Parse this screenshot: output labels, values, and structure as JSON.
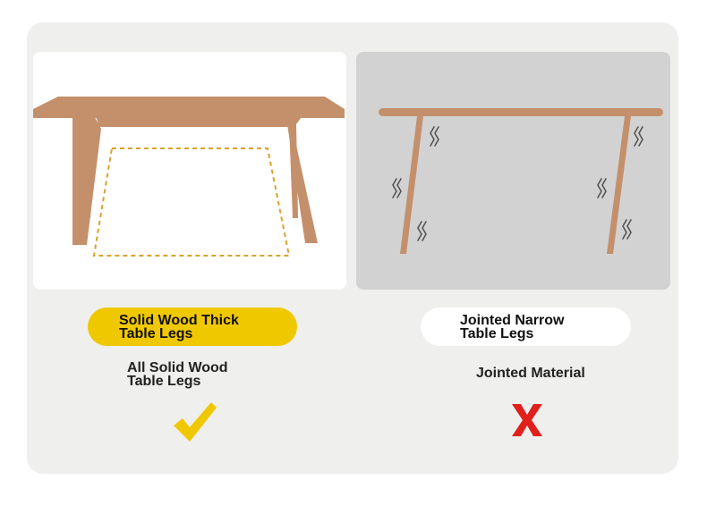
{
  "colors": {
    "wood": "#c4906c",
    "dashed_outline": "#d9a22e",
    "check": "#f0c800",
    "cross": "#e0201c",
    "good_label_bg": "#f0c800",
    "bad_label_bg": "#ffffff",
    "bad_panel_bg": "#d2d2d2"
  },
  "left": {
    "label_line1": "Solid Wood Thick",
    "label_line2": "Table Legs",
    "desc_line1": "All Solid Wood",
    "desc_line2": "Table Legs",
    "verdict_icon": "checkmark-icon"
  },
  "right": {
    "label_line1": "Jointed Narrow",
    "label_line2": "Table Legs",
    "desc": "Jointed Material",
    "verdict_icon": "cross-icon"
  }
}
